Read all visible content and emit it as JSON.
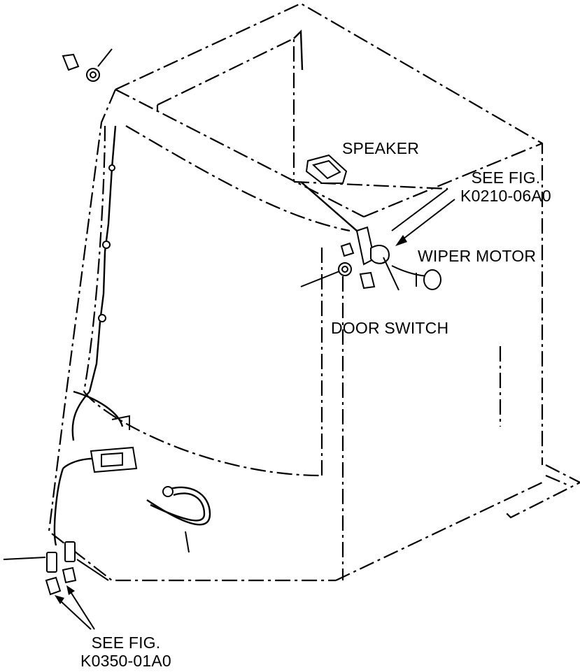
{
  "labels": {
    "speaker": "SPEAKER",
    "see_fig_top_line1": "SEE FIG.",
    "see_fig_top_line2": "K0210-06A0",
    "wiper_motor": "WIPER MOTOR",
    "door_switch": "DOOR SWITCH",
    "see_fig_bottom_line1": "SEE FIG.",
    "see_fig_bottom_line2": "K0350-01A0"
  },
  "icons": {
    "cab_outline": "cab-outline",
    "wire_harness": "wire-harness",
    "speaker_part": "speaker-part",
    "wiper_motor_part": "wiper-motor-part",
    "door_switch_part": "door-switch-part",
    "connector_part": "connector-part",
    "grommet_part": "grommet-part",
    "arrow": "arrow"
  },
  "colors": {
    "line": "#000000",
    "background": "#ffffff"
  }
}
